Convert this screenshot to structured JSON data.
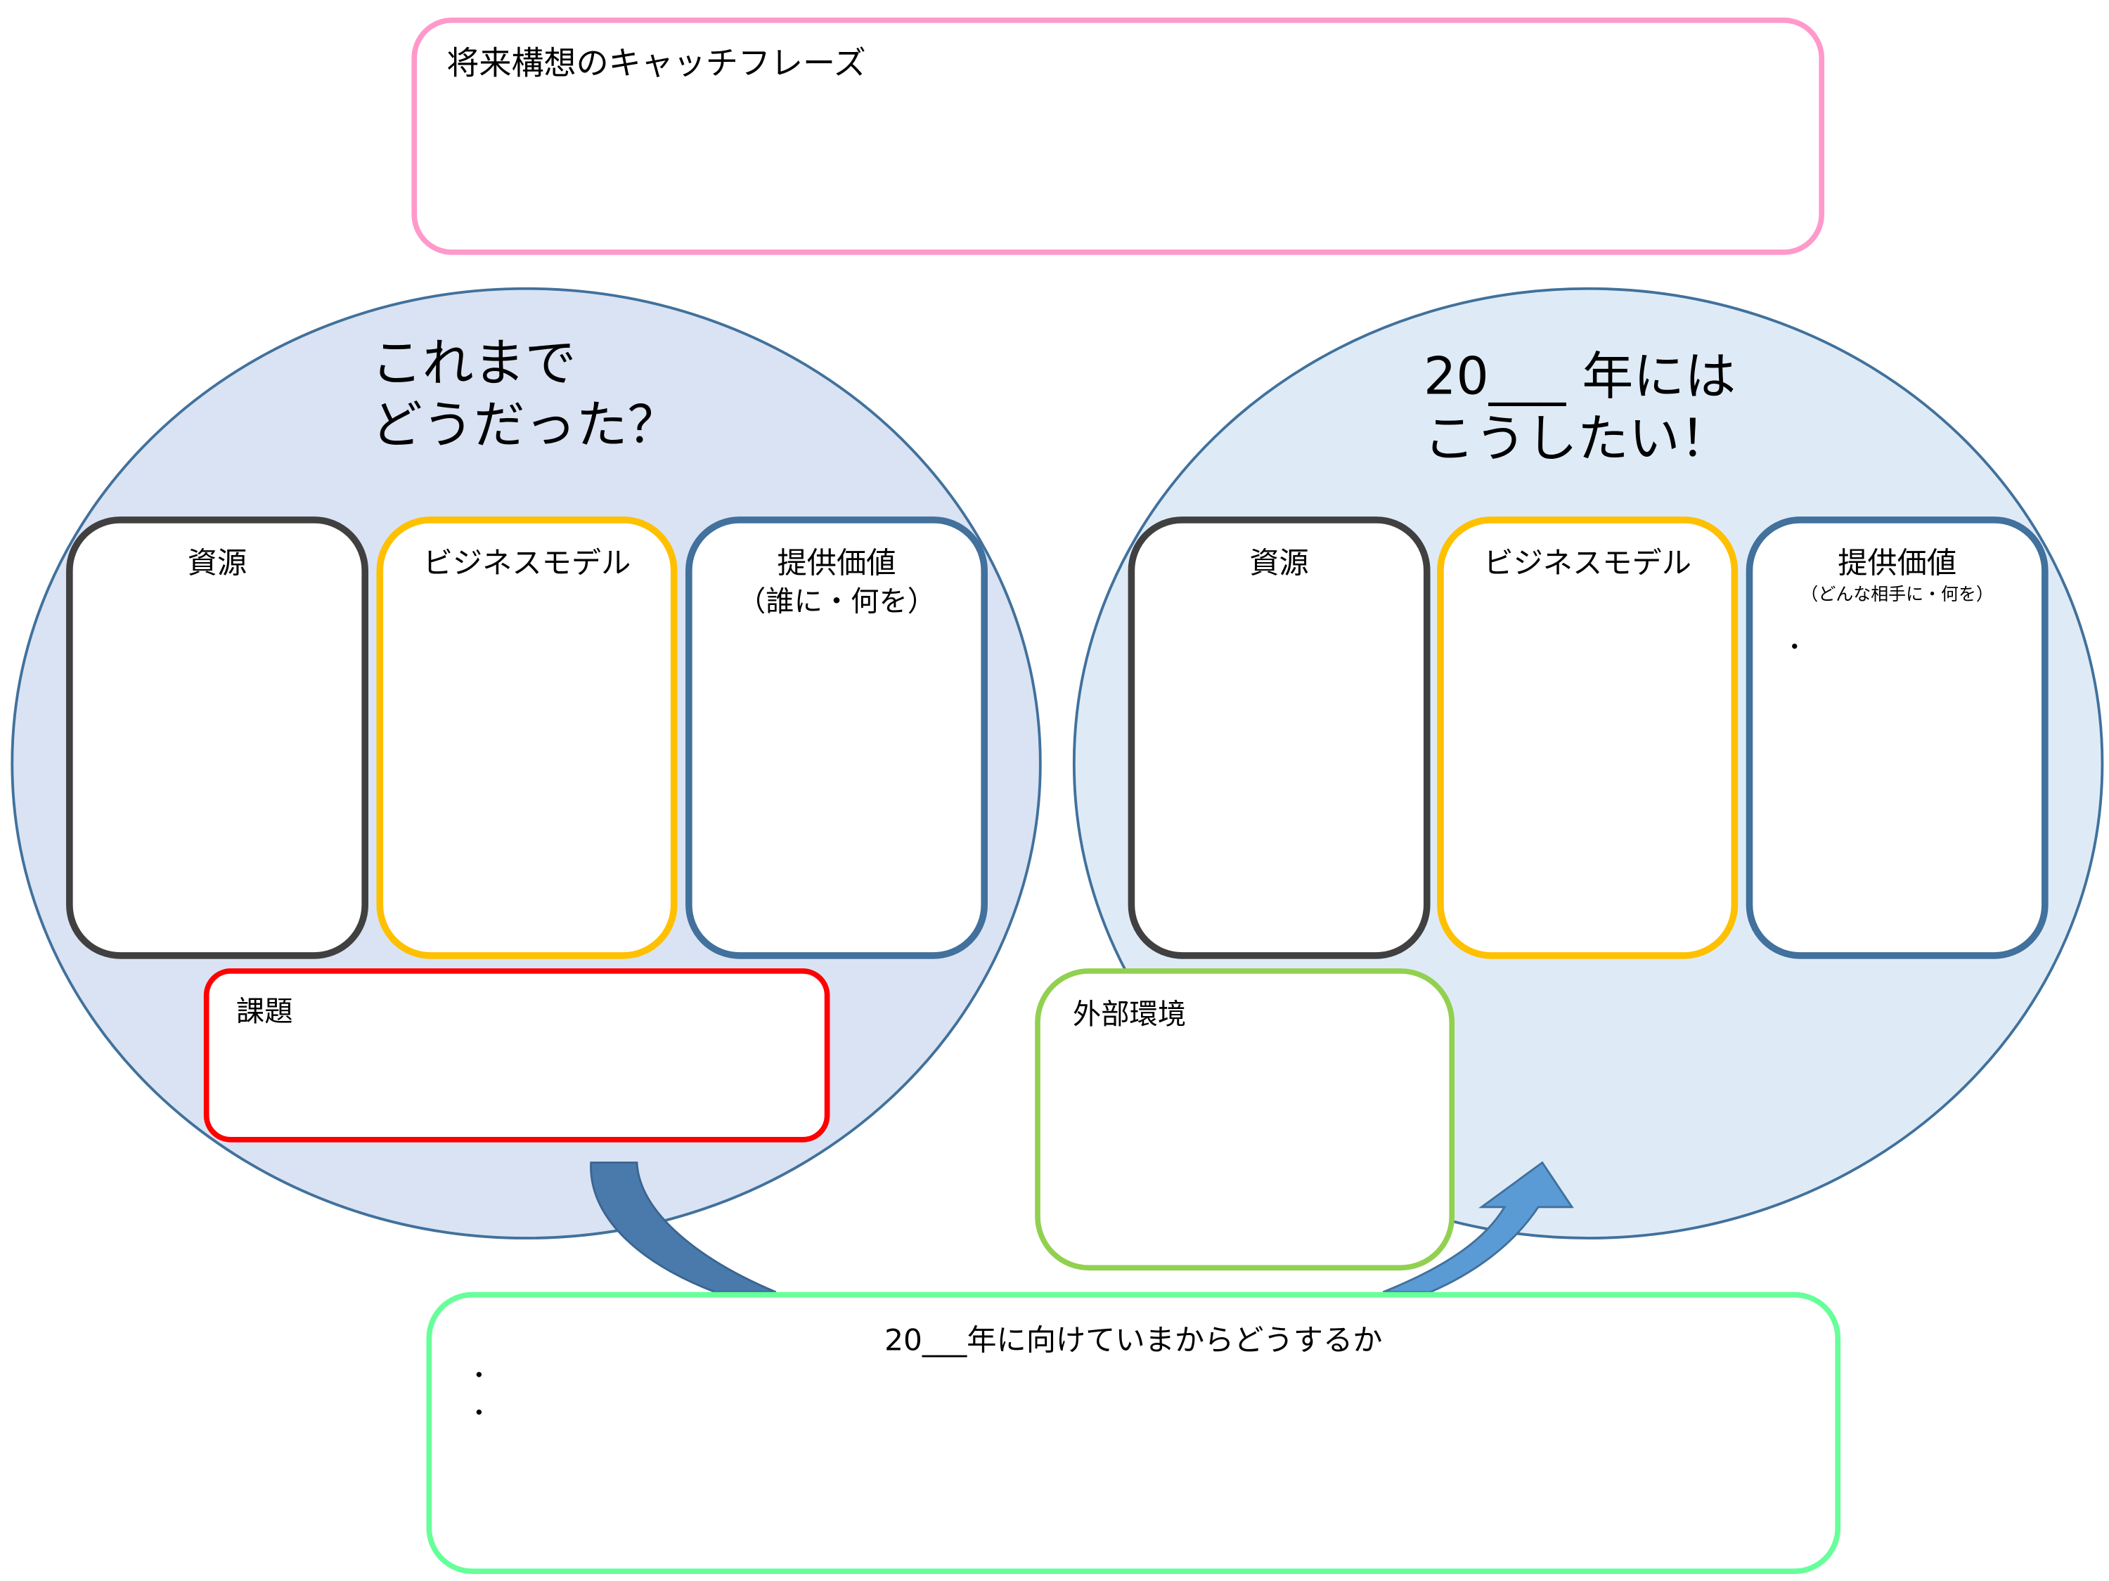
{
  "catchphrase": {
    "label": "将来構想のキャッチフレーズ"
  },
  "past": {
    "title_line1": "これまで",
    "title_line2": "どうだった？",
    "resources": "資源",
    "business_model": "ビジネスモデル",
    "value": "提供価値",
    "value_sub": "（誰に・何を）",
    "issues": "課題"
  },
  "future": {
    "title_line1": "20___ 年には",
    "title_line2": "こうしたい！",
    "resources": "資源",
    "business_model": "ビジネスモデル",
    "value": "提供価値",
    "value_sub": "（どんな相手に・何を）",
    "value_bullet": "・",
    "environment": "外部環境"
  },
  "action": {
    "title": "20___年に向けていまからどうするか",
    "bullets": [
      "・",
      "・"
    ]
  },
  "colors": {
    "pink": "#FF99CC",
    "ellipse_left": "#DAE3F3",
    "ellipse_right": "#DEEBF7",
    "ellipse_stroke": "#41719C",
    "dark": "#404040",
    "yellow": "#FFC000",
    "blue": "#41719C",
    "red": "#FF0000",
    "green": "#92D050",
    "mint": "#66FF99"
  }
}
